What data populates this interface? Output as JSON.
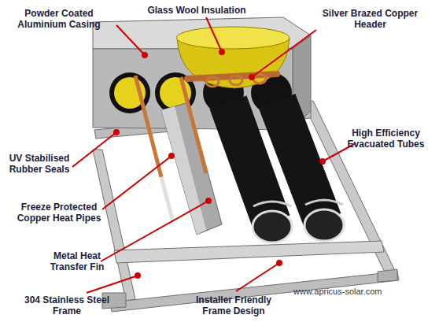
{
  "diagram": {
    "labels": [
      "Powder Coated Aluminium Casing",
      "Glass Wool Insulation",
      "Silver Brazed Copper Header",
      "High Efficiency Evacuated Tubes",
      "UV Stabilised Rubber Seals",
      "Freeze Protected Copper Heat Pipes",
      "Metal Heat Transfer Fin",
      "304 Stainless Steel Frame",
      "Installer Friendly Frame Design",
      "www.apricus-solar.com"
    ]
  }
}
